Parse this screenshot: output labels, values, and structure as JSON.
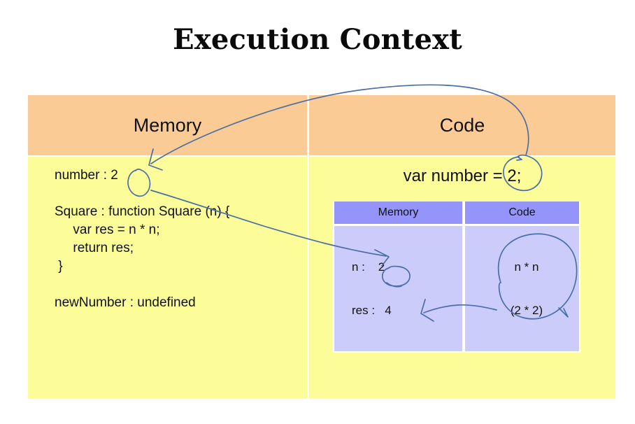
{
  "slide": {
    "title": "Execution Context",
    "background_color": "#ffffff"
  },
  "colors": {
    "header_band": "#fbcb96",
    "body_band": "#fcfc99",
    "inner_header": "#9494fb",
    "inner_cell": "#ccccfa",
    "divider": "#ffffff",
    "ink": "#4a6fa5",
    "text": "#111111"
  },
  "global_context": {
    "columns": [
      {
        "name": "memory",
        "label": "Memory"
      },
      {
        "name": "code",
        "label": "Code"
      }
    ],
    "memory": {
      "lines": [
        "number : 2",
        "",
        "Square : function Square (n) {",
        "     var res = n * n;",
        "     return res;",
        " }",
        "",
        "newNumber : undefined"
      ]
    },
    "code": {
      "statement": "var number = 2;"
    }
  },
  "function_context": {
    "columns": [
      {
        "name": "memory",
        "label": "Memory"
      },
      {
        "name": "code",
        "label": "Code"
      }
    ],
    "memory": {
      "variables": [
        {
          "name": "n",
          "display": "n :    2"
        },
        {
          "name": "res",
          "display": "res :   4"
        }
      ]
    },
    "code": {
      "expressions": [
        {
          "name": "product",
          "display": "n * n"
        },
        {
          "name": "values",
          "display": "(2 * 2)"
        }
      ]
    }
  },
  "annotations": {
    "ink_color": "#4a6fa5",
    "marks": [
      {
        "name": "circle-code-literal-2",
        "kind": "circle"
      },
      {
        "name": "circle-memory-number-2",
        "kind": "circle"
      },
      {
        "name": "circle-inner-n-2",
        "kind": "circle"
      },
      {
        "name": "circle-inner-expression",
        "kind": "circle"
      },
      {
        "name": "arrow-code-to-memory",
        "kind": "arrow"
      },
      {
        "name": "arrow-memory-to-inner-n",
        "kind": "arrow"
      },
      {
        "name": "arrow-expression-to-res",
        "kind": "arrow"
      }
    ]
  }
}
